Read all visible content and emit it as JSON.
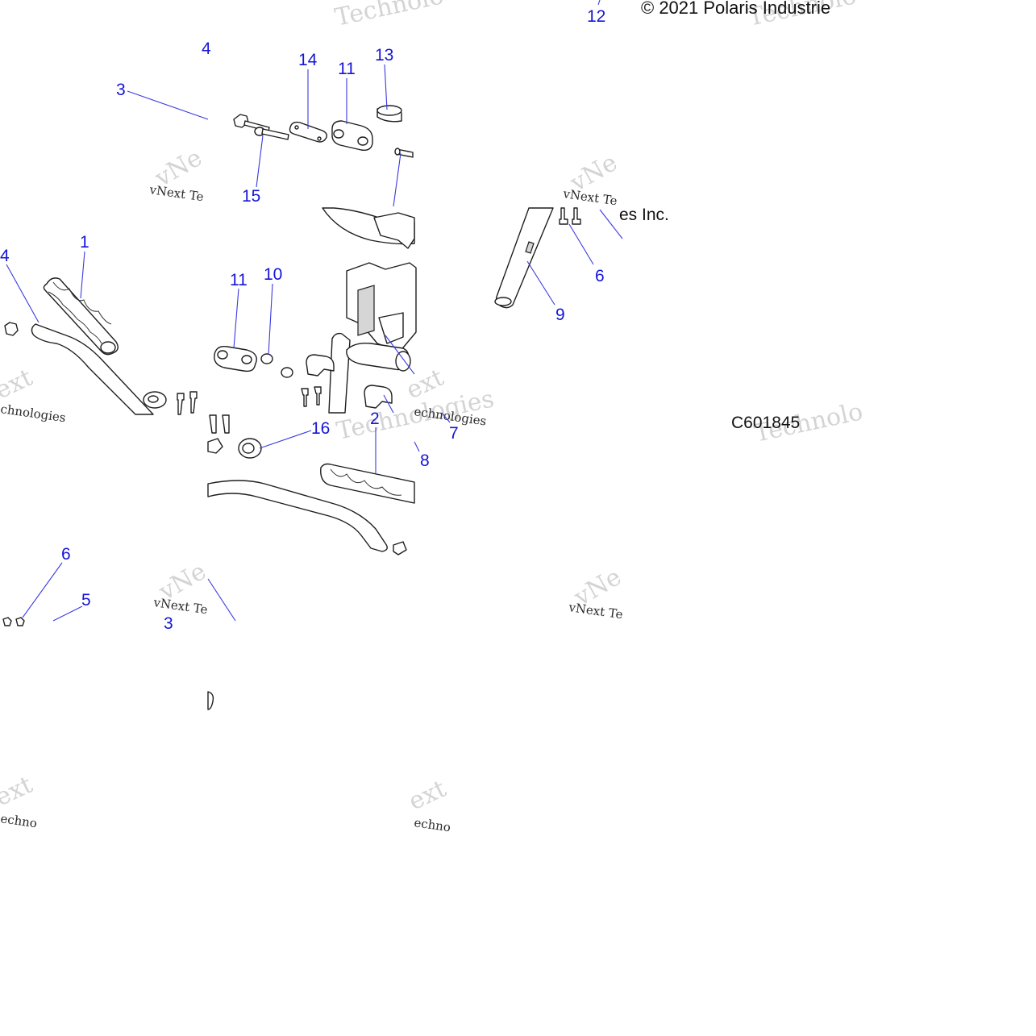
{
  "copyright": "© 2021 Polaris Industrie",
  "diagram_code": "C601845",
  "copyright_fragment": "es Inc.",
  "watermarks": {
    "tech": "Technolo",
    "vnext": "vNext Te",
    "vnext_logo": "vNe",
    "technologies": "Technologies",
    "ext": "ext",
    "echnologies": "echnologies",
    "chnologies": "chnologies",
    "echno": "echno"
  },
  "callouts": {
    "c12": "12",
    "c4a": "4",
    "c3a": "3",
    "c14": "14",
    "c11a": "11",
    "c13": "13",
    "c15": "15",
    "c1": "1",
    "c4b": "4",
    "c11b": "11",
    "c10": "10",
    "c6a": "6",
    "c9": "9",
    "c16": "16",
    "c2": "2",
    "c7": "7",
    "c8": "8",
    "c6b": "6",
    "c5": "5",
    "c3b": "3"
  }
}
